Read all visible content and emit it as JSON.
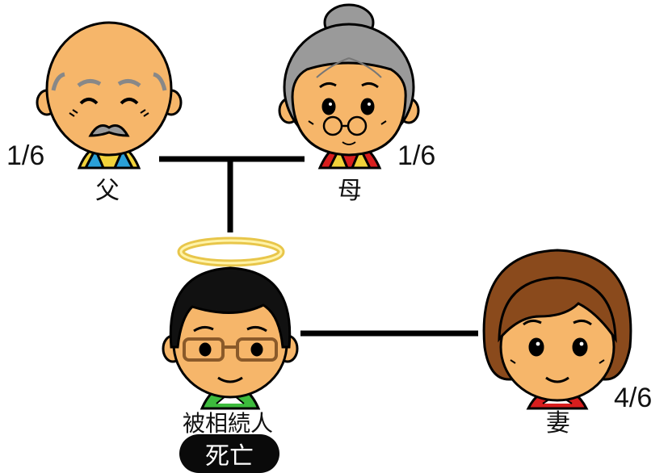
{
  "people": {
    "father": {
      "label": "父",
      "share": "1/6"
    },
    "mother": {
      "label": "母",
      "share": "1/6"
    },
    "deceased": {
      "label": "被相続人",
      "status": "死亡"
    },
    "wife": {
      "label": "妻",
      "share": "4/6"
    }
  },
  "colors": {
    "skin": "#f6b66a",
    "outline": "#000000",
    "hair_black": "#111111",
    "hair_brown": "#8a4a1c",
    "hair_gray": "#9a9a9a",
    "halo": "#f7e36a",
    "shirt_green": "#3dbb3d",
    "shirt_red": "#d81e1e",
    "collar_blue": "#2aa0d8",
    "collar_yellow": "#f1d23a"
  }
}
